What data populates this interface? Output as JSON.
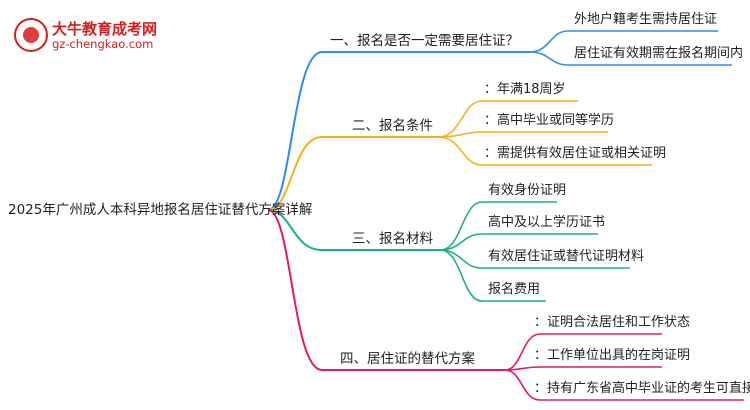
{
  "logo": {
    "title": "大牛教育成考网",
    "url": "gz-chengkao.com"
  },
  "root": {
    "label": "2025年广州成人本科异地报名居住证替代方案详解"
  },
  "colors": {
    "branch1": "#2f8cf3",
    "branch2": "#f2b21d",
    "branch3": "#1bb47a",
    "branch4": "#e5186d"
  },
  "branches": [
    {
      "label": "一、报名是否一定需要居住证？",
      "children": [
        "外地户籍考生需持居住证",
        "居住证有效期需在报名期间内"
      ]
    },
    {
      "label": "二、报名条件",
      "children": [
        "：年满18周岁",
        "：高中毕业或同等学历",
        "：需提供有效居住证或相关证明"
      ]
    },
    {
      "label": "三、报名材料",
      "children": [
        "有效身份证明",
        "高中及以上学历证书",
        "有效居住证或替代证明材料",
        "报名费用"
      ]
    },
    {
      "label": "四、居住证的替代方案",
      "children": [
        "：证明合法居住和工作状态",
        "：工作单位出具的在岗证明",
        "：持有广东省高中毕业证的考生可直接报名"
      ]
    }
  ]
}
